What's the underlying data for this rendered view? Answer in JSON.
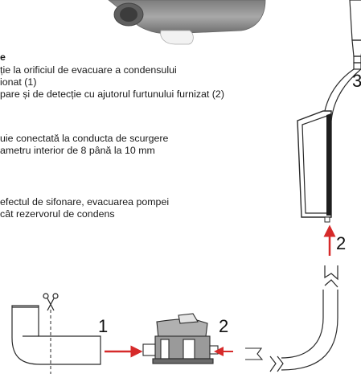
{
  "heading": "e",
  "text_lines": [
    "ție la orificiul de evacuare a condensului",
    "ionat (1)",
    "pare și de detecție cu ajutorul furtunului furnizat (2)",
    "uie conectată la conducta de scurgere",
    "ametru interior de 8 până la 10 mm",
    "efectul de sifonare, evacuarea pompei",
    "cât rezervorul de condens"
  ],
  "callouts": {
    "pipe_to_pump": "1",
    "hose_to_pump": "2",
    "hose_to_tank": "2",
    "top_hose": "3"
  },
  "colors": {
    "arrow": "#d62a2a",
    "outline": "#2a2a2a",
    "grey_part": "#8c8c8c"
  },
  "icons": {
    "cut_marker": "scissors-icon"
  }
}
